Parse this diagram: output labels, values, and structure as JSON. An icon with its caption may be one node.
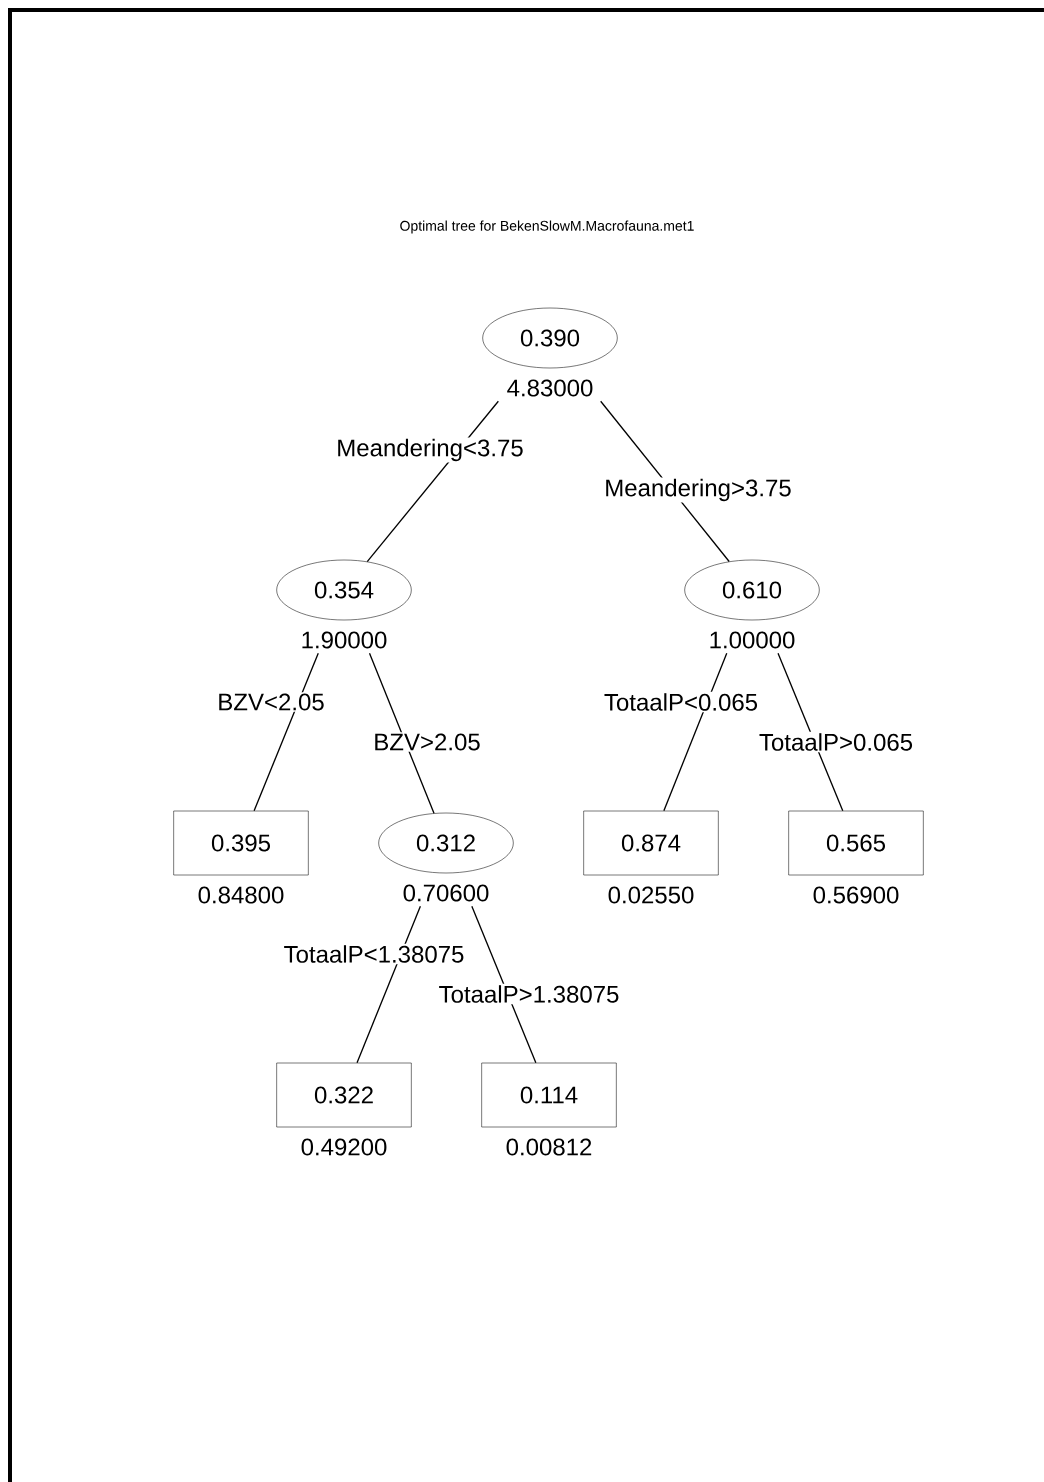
{
  "diagram": {
    "title": "Optimal tree for BekenSlowM.Macrofauna.met1",
    "nodes": [
      {
        "text": [
          "0.390"
        ],
        "beside": [
          "4.83000"
        ]
      },
      {
        "text": [
          "0.354"
        ],
        "beside": [
          "1.90000"
        ]
      },
      {
        "text": [
          "0.610"
        ],
        "beside": [
          "1.00000"
        ]
      },
      {
        "text": [
          "0.395"
        ],
        "beside": [
          "0.84800"
        ]
      },
      {
        "text": [
          "0.312"
        ],
        "beside": [
          "0.70600"
        ]
      },
      {
        "text": [
          "0.874"
        ],
        "beside": [
          "0.02550"
        ]
      },
      {
        "text": [
          "0.565"
        ],
        "beside": [
          "0.56900"
        ]
      },
      {
        "text": [
          "0.322"
        ],
        "beside": [
          "0.49200"
        ]
      },
      {
        "text": [
          "0.114"
        ],
        "beside": [
          "0.00812"
        ]
      }
    ],
    "edges": [
      {
        "from": 0,
        "to": 1,
        "arrow": "none",
        "label": "Meandering<3.75"
      },
      {
        "from": 0,
        "to": 2,
        "arrow": "none",
        "label": "Meandering>3.75"
      },
      {
        "from": 1,
        "to": 3,
        "arrow": "none",
        "label": "BZV<2.05"
      },
      {
        "from": 1,
        "to": 4,
        "arrow": "none",
        "label": "BZV>2.05"
      },
      {
        "from": 2,
        "to": 5,
        "arrow": "none",
        "label": "TotaalP<0.065"
      },
      {
        "from": 2,
        "to": 6,
        "arrow": "none",
        "label": "TotaalP>0.065"
      },
      {
        "from": 4,
        "to": 7,
        "arrow": "none",
        "label": "TotaalP<1.38075"
      },
      {
        "from": 4,
        "to": 8,
        "arrow": "none",
        "label": "TotaalP>1.38075"
      }
    ]
  }
}
